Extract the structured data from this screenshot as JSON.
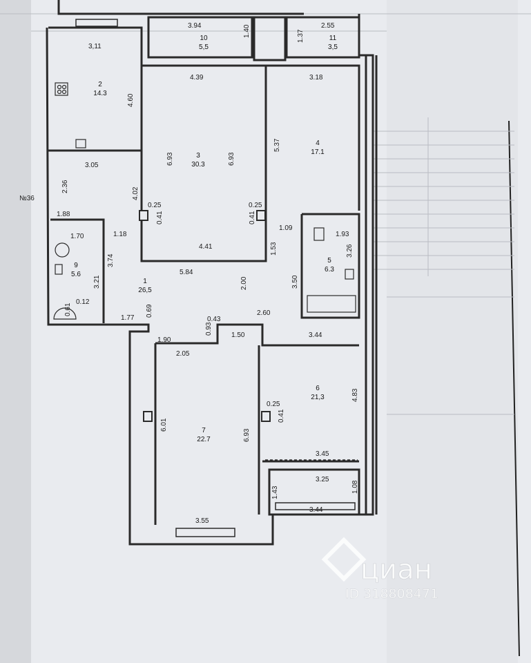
{
  "plan": {
    "apartment_label": "№36",
    "rooms": [
      {
        "id": "r1",
        "number": "1",
        "area": "26,5"
      },
      {
        "id": "r2",
        "number": "2",
        "area": "14.3"
      },
      {
        "id": "r3",
        "number": "3",
        "area": "30.3"
      },
      {
        "id": "r4",
        "number": "4",
        "area": "17.1"
      },
      {
        "id": "r5",
        "number": "5",
        "area": "6.3"
      },
      {
        "id": "r6",
        "number": "6",
        "area": "21,3"
      },
      {
        "id": "r7",
        "number": "7",
        "area": "22.7"
      },
      {
        "id": "r9",
        "number": "9",
        "area": "5.6"
      },
      {
        "id": "r10",
        "number": "10",
        "area": "5,5"
      },
      {
        "id": "r11",
        "number": "11",
        "area": "3,5"
      }
    ],
    "dimensions": {
      "d_3_94": "3.94",
      "d_1_40": "1.40",
      "d_2_55": "2.55",
      "d_1_37": "1.37",
      "d_3_11": "3,11",
      "d_4_60": "4.60",
      "d_4_39": "4.39",
      "d_3_18": "3.18",
      "d_6_93a": "6.93",
      "d_6_93b": "6.93",
      "d_5_37": "5.37",
      "d_3_05": "3.05",
      "d_2_36": "2.36",
      "d_4_02": "4.02",
      "d_0_25a": "0.25",
      "d_0_41a": "0.41",
      "d_0_25b": "0.25",
      "d_0_41b": "0.41",
      "d_1_88": "1.88",
      "d_1_09": "1.09",
      "d_1_93": "1.93",
      "d_3_26": "3.26",
      "d_1_70": "1.70",
      "d_1_18": "1.18",
      "d_4_41": "4.41",
      "d_1_53": "1.53",
      "d_3_74": "3.74",
      "d_3_21": "3.21",
      "d_5_84": "5.84",
      "d_2_00": "2.00",
      "d_3_50": "3.50",
      "d_0_12": "0.12",
      "d_0_61": "0.61",
      "d_1_77": "1.77",
      "d_0_69": "0.69",
      "d_0_43": "0.43",
      "d_2_60": "2.60",
      "d_1_90": "1.90",
      "d_0_93": "0.93",
      "d_1_50": "1.50",
      "d_3_44a": "3.44",
      "d_2_05": "2.05",
      "d_0_25c": "0.25",
      "d_0_41c": "0.41",
      "d_4_83": "4.83",
      "d_6_01": "6.01",
      "d_6_93c": "6.93",
      "d_3_45": "3.45",
      "d_3_25": "3.25",
      "d_1_43": "1.43",
      "d_1_08": "1.08",
      "d_3_44b": "3.44",
      "d_3_55": "3.55"
    }
  },
  "watermark": {
    "brand": "циан",
    "id_text": "ID 318808471"
  },
  "colors": {
    "paper": "#e9ebef",
    "wall": "#2a2a2a",
    "ink": "#1b1b1b",
    "watermark": "#ffffff"
  }
}
